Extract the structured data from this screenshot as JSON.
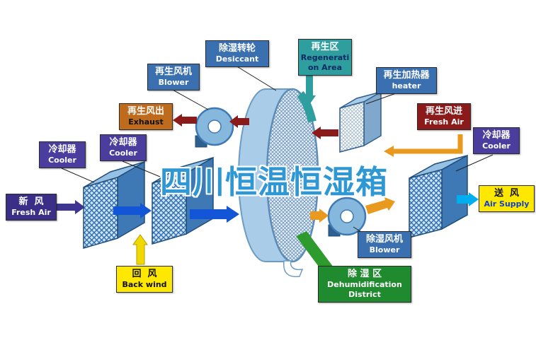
{
  "watermark": {
    "text": "四川恒温恒湿箱"
  },
  "labels": {
    "desiccant": {
      "zh": "除湿转轮",
      "en": "Desiccant"
    },
    "regeneration_area": {
      "zh": "再生区",
      "en": "Regeneration Area"
    },
    "regen_blower": {
      "zh": "再生风机",
      "en": "Blower"
    },
    "regen_heater": {
      "zh": "再生加热器",
      "en": "heater"
    },
    "regen_exhaust": {
      "zh": "再生风出",
      "en": "Exhaust"
    },
    "regen_fresh_air": {
      "zh": "再生风进",
      "en": "Fresh Air"
    },
    "cooler_left": {
      "zh": "冷却器",
      "en": "Cooler"
    },
    "cooler_mid": {
      "zh": "冷却器",
      "en": "Cooler"
    },
    "cooler_right": {
      "zh": "冷却器",
      "en": "Cooler"
    },
    "fresh_air": {
      "zh": "新  风",
      "en": "Fresh Air"
    },
    "air_supply": {
      "zh": "送  风",
      "en": "Air Supply"
    },
    "back_wind": {
      "zh": "回  风",
      "en": "Back wind"
    },
    "dehumid_blower": {
      "zh": "除湿风机",
      "en": "Blower"
    },
    "dehumid_district": {
      "zh": "除 湿 区",
      "en": "Dehumidification District"
    }
  },
  "colors": {
    "label-blue": "#3a6fb0",
    "label-teal": "#2e9e9e",
    "label-orange": "#bf6b1e",
    "label-darkred": "#8b1a1a",
    "label-purple": "#4a3d9e",
    "label-indigo": "#3a2e86",
    "label-yellow": "#ffe800",
    "label-green": "#1f8a2e",
    "arrow-blue": "#1255d6",
    "arrow-purple": "#3d3590",
    "arrow-orange": "#e8991e",
    "arrow-yellow": "#f0d800",
    "arrow-cyan": "#00aeef",
    "arrow-teal": "#2e9e9e",
    "arrow-darkred": "#8b1a1a",
    "arrow-green": "#2e9b2e",
    "watermark-blue": "#2f97d4"
  }
}
